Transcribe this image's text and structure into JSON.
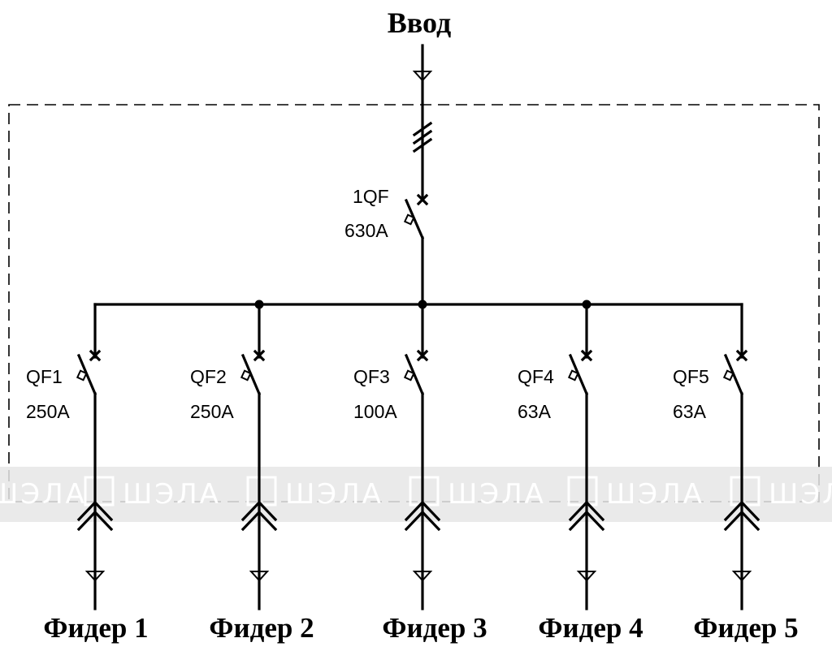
{
  "diagram": {
    "type": "single-line electrical schematic",
    "input": {
      "label": "Ввод"
    },
    "main_breaker": {
      "id": "1QF",
      "rating": "630A"
    },
    "feeders": [
      {
        "breaker_id": "QF1",
        "rating": "250A",
        "label": "Фидер 1"
      },
      {
        "breaker_id": "QF2",
        "rating": "250A",
        "label": "Фидер 2"
      },
      {
        "breaker_id": "QF3",
        "rating": "100A",
        "label": "Фидер 3"
      },
      {
        "breaker_id": "QF4",
        "rating": "63A",
        "label": "Фидер 4"
      },
      {
        "breaker_id": "QF5",
        "rating": "63A",
        "label": "Фидер 5"
      }
    ],
    "watermark": {
      "text": "ШЭЛА",
      "color": "#e6e6e6"
    },
    "colors": {
      "line": "#000000",
      "background": "#ffffff"
    }
  }
}
